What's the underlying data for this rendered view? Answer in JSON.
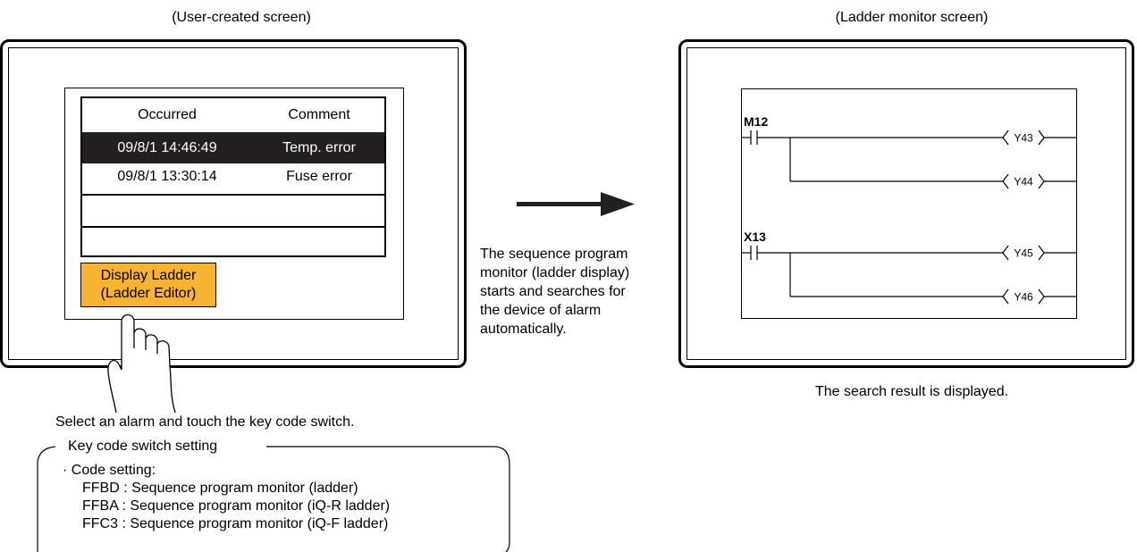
{
  "left_panel": {
    "caption": "(User-created screen)",
    "alarm_table": {
      "headers": [
        "Occurred",
        "Comment"
      ],
      "rows": [
        {
          "occurred": "09/8/1 14:46:49",
          "comment": "Temp. error",
          "selected": true
        },
        {
          "occurred": "09/8/1 13:30:14",
          "comment": "Fuse error",
          "selected": false
        },
        {
          "occurred": "",
          "comment": "",
          "selected": false
        },
        {
          "occurred": "",
          "comment": "",
          "selected": false
        }
      ]
    },
    "key_button": {
      "line1": "Display Ladder",
      "line2": "(Ladder Editor)",
      "color": "#f9b233"
    },
    "hand_icon": "pointing-hand-icon",
    "instruction": "Select an alarm and touch the key code switch."
  },
  "key_code_setting": {
    "title": "Key code switch setting",
    "lines": [
      "· Code setting:",
      "FFBD : Sequence program monitor (ladder)",
      "FFBA : Sequence program monitor (iQ-R ladder)",
      "FFC3 : Sequence program monitor (iQ-F ladder)"
    ]
  },
  "middle": {
    "arrow_icon": "right-arrow-icon",
    "description": [
      "The sequence program",
      "monitor (ladder display)",
      "starts and searches for",
      "the device of alarm",
      "automatically."
    ]
  },
  "right_panel": {
    "caption": "(Ladder monitor screen)",
    "result_caption": "The search result is displayed.",
    "ladder": {
      "rungs": [
        {
          "contact": "M12",
          "coils": [
            "Y43",
            "Y44"
          ]
        },
        {
          "contact": "X13",
          "coils": [
            "Y45",
            "Y46"
          ]
        }
      ]
    }
  }
}
